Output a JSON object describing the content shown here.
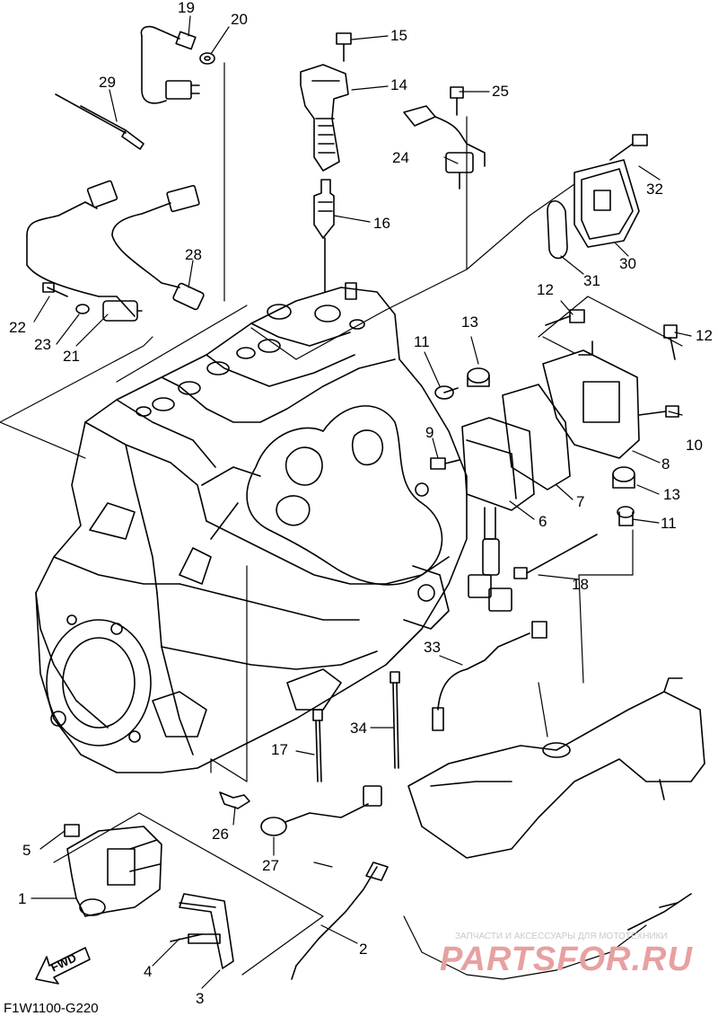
{
  "diagram_code": "F1W1100-G220",
  "fwd_label": "FWD",
  "watermark": {
    "line1": "ЗАПЧАСТИ И АКСЕССУАРЫ ДЛЯ МОТОТЕХНИКИ",
    "line2": "PARTSFOR.RU"
  },
  "callouts": {
    "c1": "1",
    "c2": "2",
    "c3": "3",
    "c4": "4",
    "c5": "5",
    "c6": "6",
    "c7": "7",
    "c8": "8",
    "c9": "9",
    "c10": "10",
    "c11a": "11",
    "c11b": "11",
    "c12a": "12",
    "c12b": "12",
    "c13a": "13",
    "c13b": "13",
    "c14": "14",
    "c15": "15",
    "c16": "16",
    "c17": "17",
    "c18": "18",
    "c19": "19",
    "c20": "20",
    "c21": "21",
    "c22": "22",
    "c23": "23",
    "c24": "24",
    "c25": "25",
    "c26": "26",
    "c27": "27",
    "c28": "28",
    "c29": "29",
    "c30": "30",
    "c31": "31",
    "c32": "32",
    "c33": "33",
    "c34": "34"
  }
}
